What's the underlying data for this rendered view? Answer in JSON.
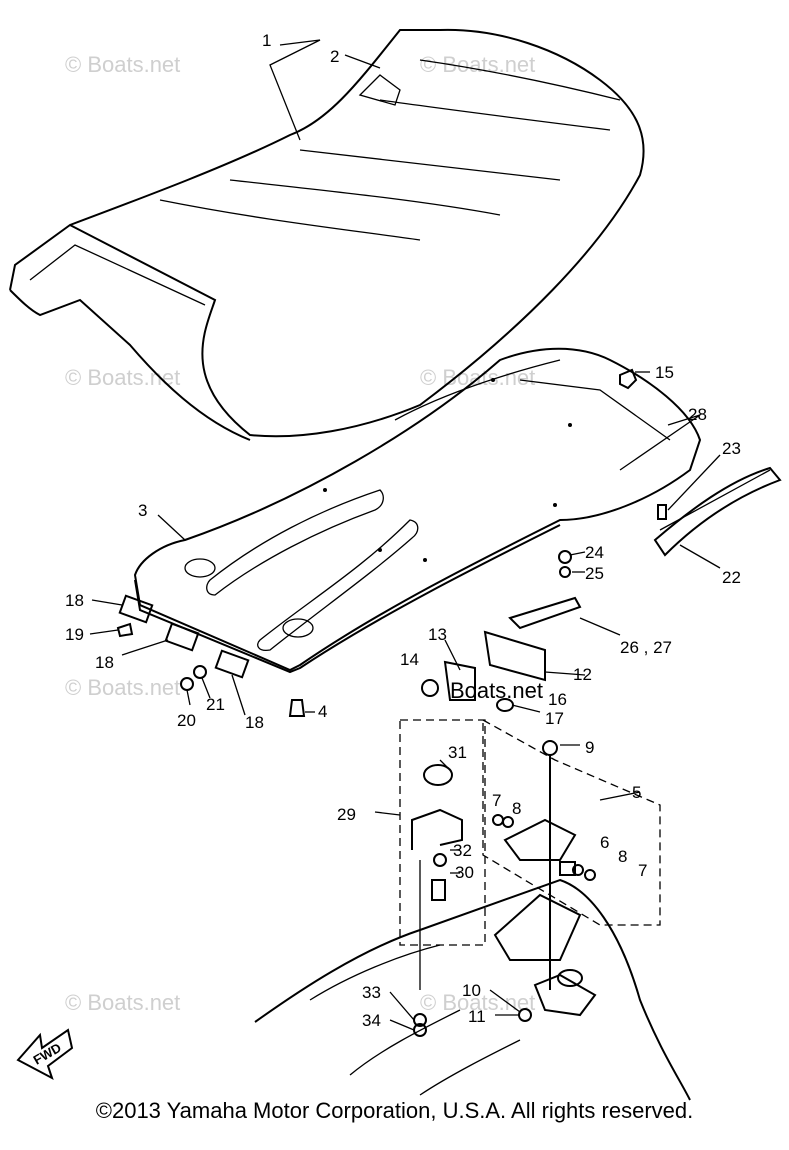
{
  "watermark": "© Boats.net",
  "watermark_center": "Boats.net",
  "fwd_label": "FWD",
  "copyright": "©2013 Yamaha Motor Corporation, U.S.A. All rights reserved.",
  "callouts": [
    {
      "id": "c1",
      "text": "1"
    },
    {
      "id": "c2",
      "text": "2"
    },
    {
      "id": "c3",
      "text": "3"
    },
    {
      "id": "c4",
      "text": "4"
    },
    {
      "id": "c5",
      "text": "5"
    },
    {
      "id": "c6",
      "text": "6"
    },
    {
      "id": "c7a",
      "text": "7"
    },
    {
      "id": "c7b",
      "text": "7"
    },
    {
      "id": "c8a",
      "text": "8"
    },
    {
      "id": "c8b",
      "text": "8"
    },
    {
      "id": "c9",
      "text": "9"
    },
    {
      "id": "c10",
      "text": "10"
    },
    {
      "id": "c11",
      "text": "11"
    },
    {
      "id": "c12",
      "text": "12"
    },
    {
      "id": "c13",
      "text": "13"
    },
    {
      "id": "c14",
      "text": "14"
    },
    {
      "id": "c15",
      "text": "15"
    },
    {
      "id": "c16",
      "text": "16"
    },
    {
      "id": "c17",
      "text": "17"
    },
    {
      "id": "c18a",
      "text": "18"
    },
    {
      "id": "c18b",
      "text": "18"
    },
    {
      "id": "c18c",
      "text": "18"
    },
    {
      "id": "c19",
      "text": "19"
    },
    {
      "id": "c20",
      "text": "20"
    },
    {
      "id": "c21",
      "text": "21"
    },
    {
      "id": "c22",
      "text": "22"
    },
    {
      "id": "c23",
      "text": "23"
    },
    {
      "id": "c24",
      "text": "24"
    },
    {
      "id": "c25",
      "text": "25"
    },
    {
      "id": "c2627",
      "text": "26 , 27"
    },
    {
      "id": "c28",
      "text": "28"
    },
    {
      "id": "c29",
      "text": "29"
    },
    {
      "id": "c30",
      "text": "30"
    },
    {
      "id": "c31",
      "text": "31"
    },
    {
      "id": "c32",
      "text": "32"
    },
    {
      "id": "c33",
      "text": "33"
    },
    {
      "id": "c34",
      "text": "34"
    }
  ]
}
